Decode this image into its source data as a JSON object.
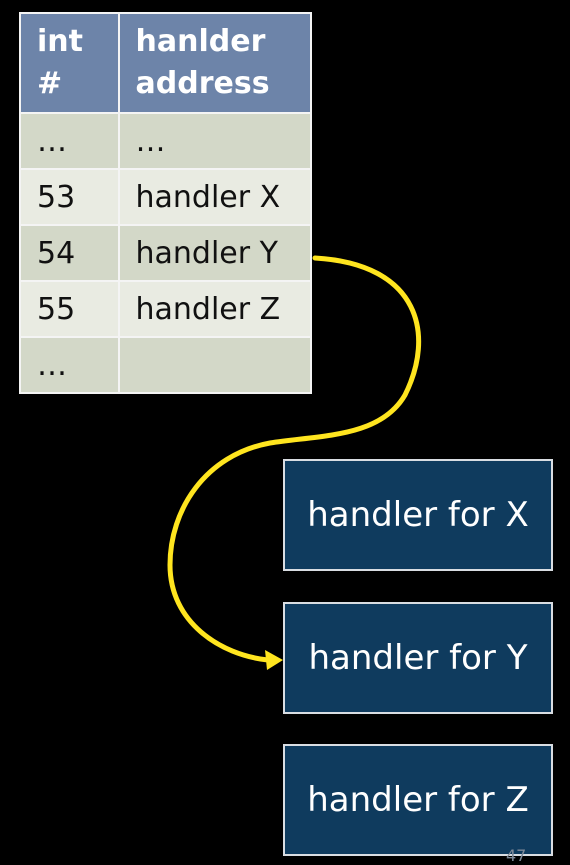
{
  "table": {
    "headers": [
      "int\n#",
      "hanlder\naddress"
    ],
    "rows": [
      [
        "…",
        "…"
      ],
      [
        "53",
        "handler X"
      ],
      [
        "54",
        "handler Y"
      ],
      [
        "55",
        "handler Z"
      ],
      [
        "…",
        ""
      ]
    ]
  },
  "handlers": {
    "x_label": "handler for X",
    "y_label": "handler for Y",
    "z_label": "handler for Z"
  },
  "page_number": "47",
  "colors": {
    "header_bg": "#6d84a9",
    "row_dark": "#d3d8c8",
    "row_light": "#e9ebe2",
    "handler_bg": "#0f3b5e",
    "arrow": "#ffe51f"
  }
}
